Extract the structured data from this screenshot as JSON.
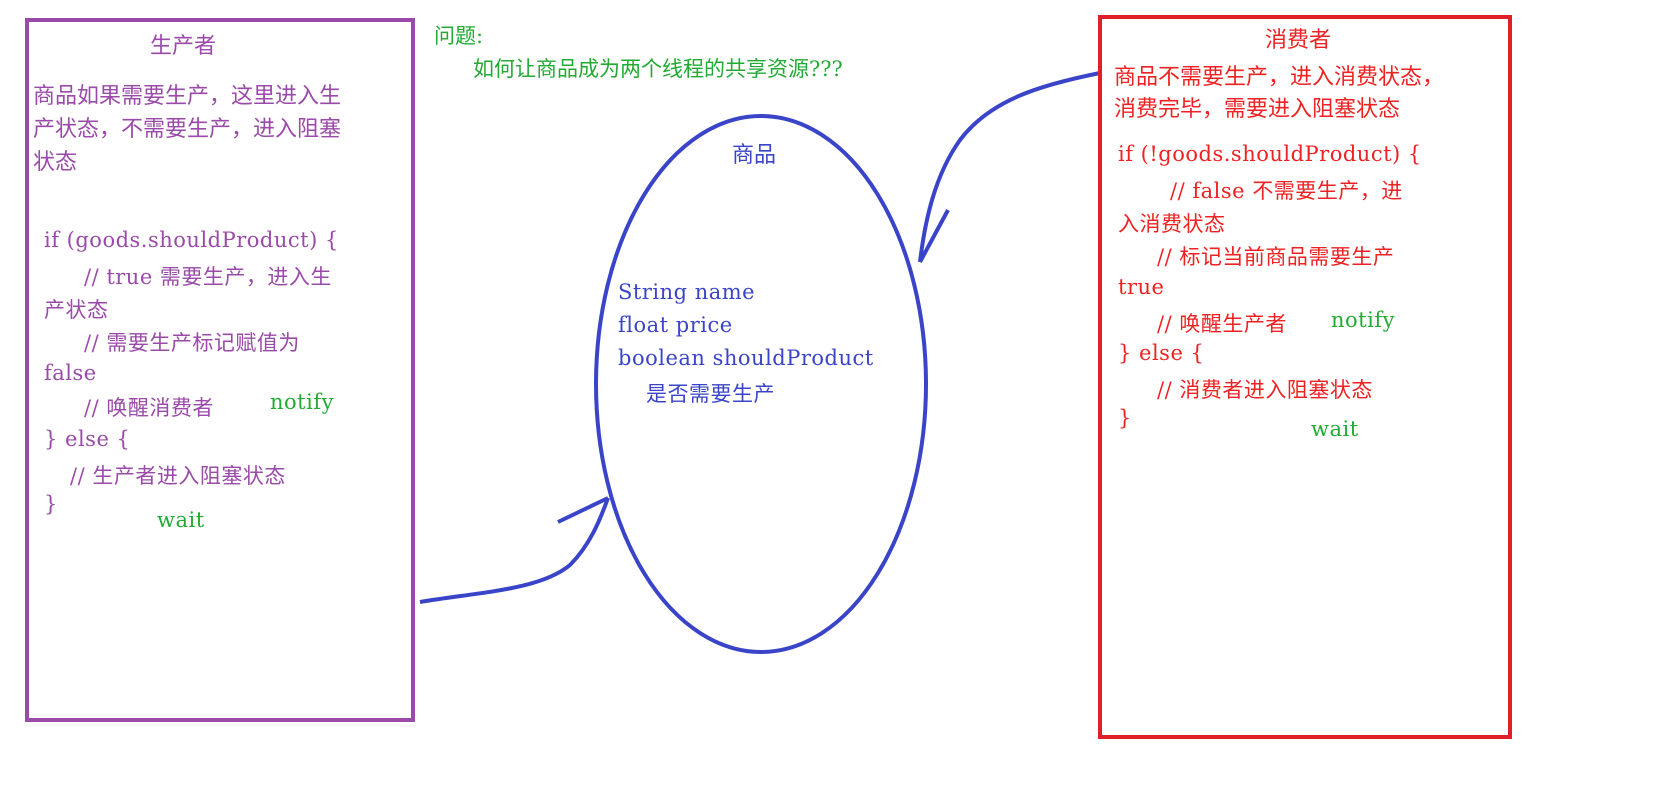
{
  "producer": {
    "title": "生产者",
    "desc_line1": "商品如果需要生产，这里进入生",
    "desc_line2": "产状态，不需要生产，进入阻塞",
    "desc_line3": "状态",
    "code_line1": "if (goods.shouldProduct) {",
    "code_line2": "// true 需要生产，进入生",
    "code_line3": "产状态",
    "code_line4": "// 需要生产标记赋值为",
    "code_line5": "false",
    "code_line6": "// 唤醒消费者",
    "code_notify": "notify",
    "code_line7": "} else {",
    "code_line8": "// 生产者进入阻塞状态",
    "code_line9": "}",
    "code_wait": "wait"
  },
  "question": {
    "label": "问题:",
    "text": "如何让商品成为两个线程的共享资源???"
  },
  "goods": {
    "title": "商品",
    "field1": "String name",
    "field2": "float price",
    "field3": "boolean shouldProduct",
    "field3_note": "是否需要生产"
  },
  "consumer": {
    "title": "消费者",
    "desc_line1": "商品不需要生产，进入消费状态，",
    "desc_line2": "消费完毕，需要进入阻塞状态",
    "code_line1": "if (!goods.shouldProduct) {",
    "code_line2": "// false 不需要生产，进",
    "code_line3": "入消费状态",
    "code_line4": "// 标记当前商品需要生产",
    "code_line5": "true",
    "code_line6": "// 唤醒生产者",
    "code_notify": "notify",
    "code_line7": "} else {",
    "code_line8": "// 消费者进入阻塞状态",
    "code_line9": "}",
    "code_wait": "wait"
  },
  "colors": {
    "producer": "#9a4aa8",
    "consumer": "#e02028",
    "goods": "#3a44c8",
    "note": "#22aa33"
  }
}
